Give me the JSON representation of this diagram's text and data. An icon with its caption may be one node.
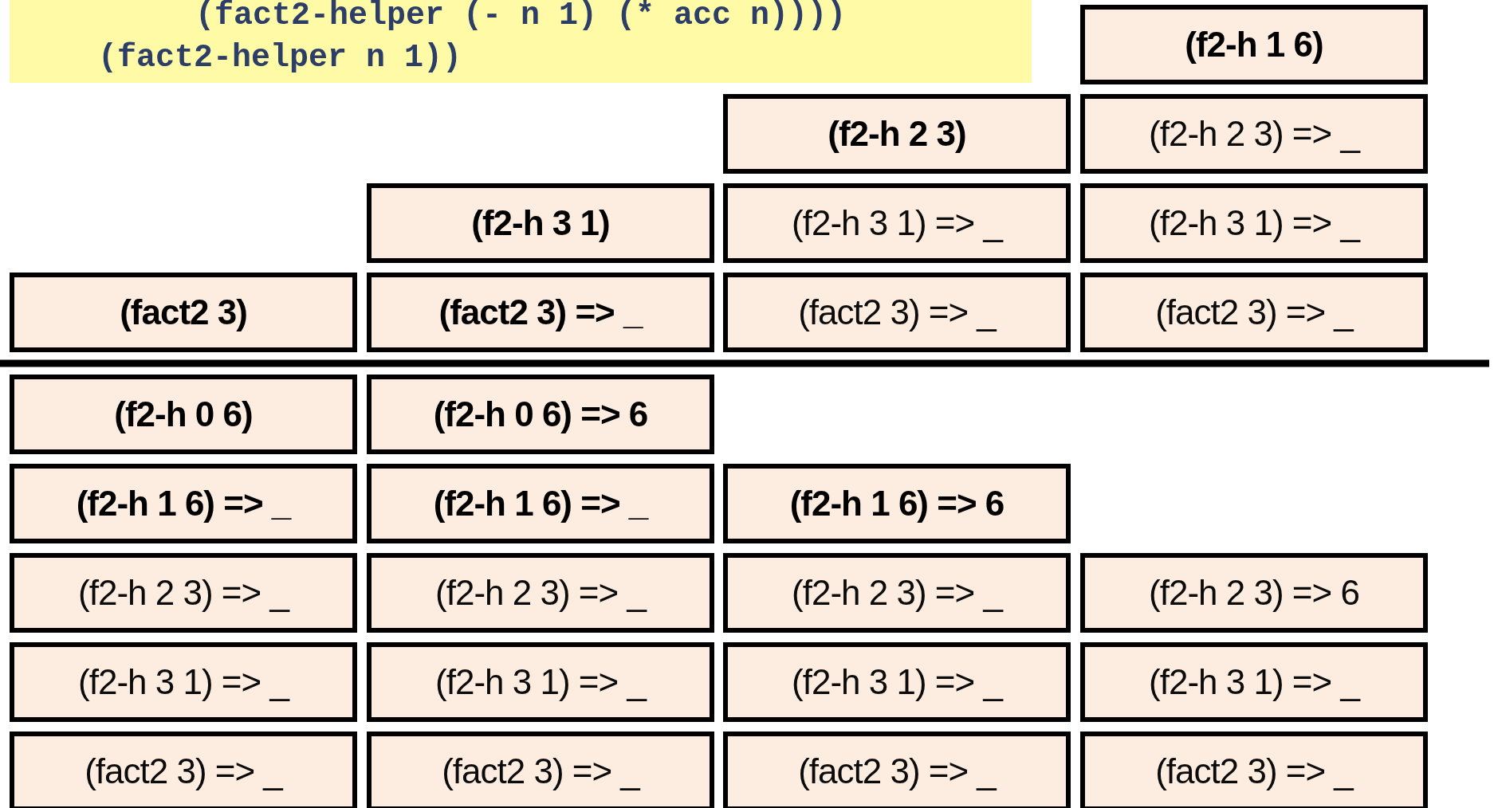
{
  "diagram": {
    "nodes": [
      {
        "text": [
          "(fact2-helper (- n 1) (* acc n))))",
          "(fact2-helper n 1))"
        ]
      },
      {
        "text": [
          "(f2-h 1 6)"
        ]
      },
      {
        "text": [
          "(f2-h 2 3)"
        ]
      },
      {
        "text": [
          "(f2-h 2 3) => _"
        ]
      },
      {
        "text": [
          "(f2-h 3 1)"
        ]
      },
      {
        "text": [
          "(f2-h 3 1) => _"
        ]
      },
      {
        "text": [
          "(f2-h 3 1) => _"
        ]
      },
      {
        "text": [
          "(fact2 3)"
        ]
      },
      {
        "text": [
          "(fact2 3) => _"
        ]
      },
      {
        "text": [
          "(fact2 3) => _"
        ]
      },
      {
        "text": [
          "(fact2 3) => _"
        ]
      },
      {
        "text": [
          "(f2-h 0 6)"
        ]
      },
      {
        "text": [
          "(f2-h 0 6) => 6"
        ]
      },
      {
        "text": [
          "(f2-h 1 6) => _"
        ]
      },
      {
        "text": [
          "(f2-h 1 6) => _"
        ]
      },
      {
        "text": [
          "(f2-h 1 6) => 6"
        ]
      },
      {
        "text": [
          "(f2-h 2 3) => _"
        ]
      },
      {
        "text": [
          "(f2-h 2 3) => _"
        ]
      },
      {
        "text": [
          "(f2-h 2 3) => _"
        ]
      },
      {
        "text": [
          "(f2-h 2 3) => 6"
        ]
      },
      {
        "text": [
          "(f2-h 3 1) => _"
        ]
      },
      {
        "text": [
          "(f2-h 3 1) => _"
        ]
      },
      {
        "text": [
          "(f2-h 3 1) => _"
        ]
      },
      {
        "text": [
          "(f2-h 3 1) => _"
        ]
      },
      {
        "text": [
          "(fact2 3) => _"
        ]
      },
      {
        "text": [
          "(fact2 3) => _"
        ]
      },
      {
        "text": [
          "(fact2 3) => _"
        ]
      },
      {
        "text": [
          "(fact2 3) => _"
        ]
      }
    ]
  }
}
